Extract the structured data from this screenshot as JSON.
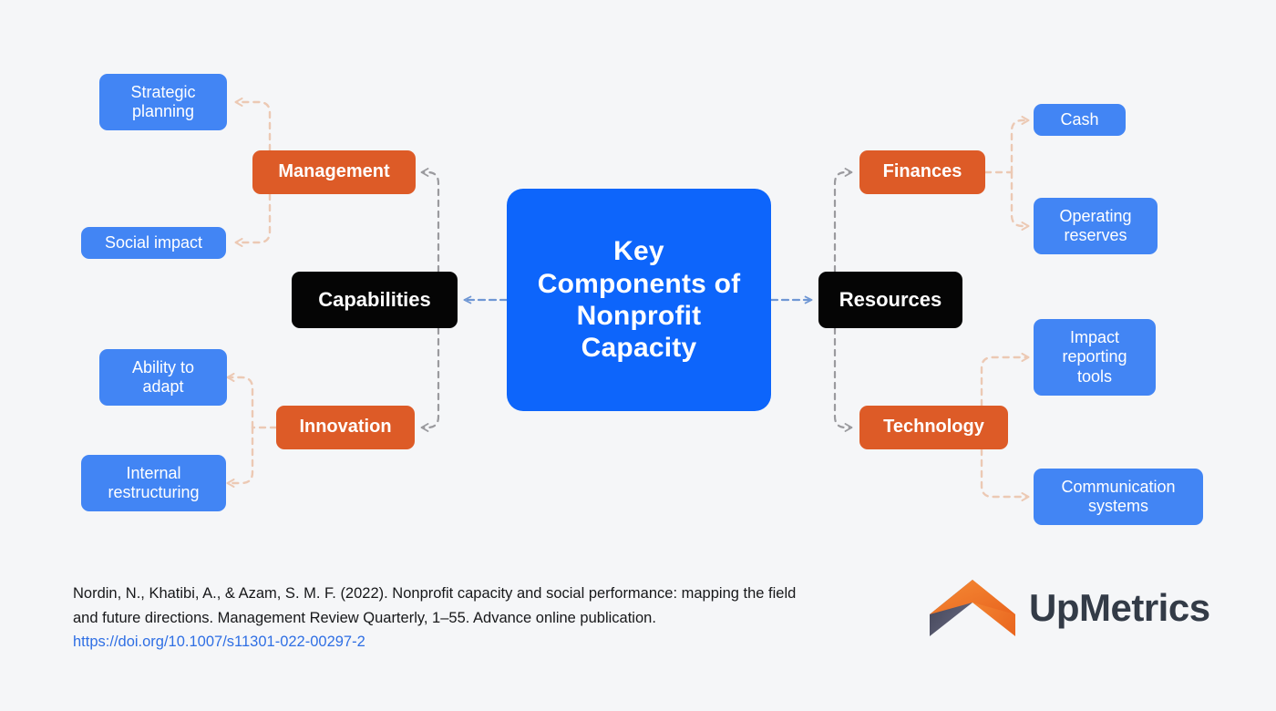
{
  "diagram": {
    "hub": {
      "label": "Key Components of Nonprofit Capacity"
    },
    "branches": [
      {
        "root": "Capabilities",
        "side": "left",
        "mids": [
          {
            "label": "Management",
            "leaves": [
              "Strategic planning",
              "Social impact"
            ]
          },
          {
            "label": "Innovation",
            "leaves": [
              "Ability to adapt",
              "Internal restructuring"
            ]
          }
        ]
      },
      {
        "root": "Resources",
        "side": "right",
        "mids": [
          {
            "label": "Finances",
            "leaves": [
              "Cash",
              "Operating reserves"
            ]
          },
          {
            "label": "Technology",
            "leaves": [
              "Impact reporting tools",
              "Communication systems"
            ]
          }
        ]
      }
    ]
  },
  "labels": {
    "hub": "Key Components of Nonprofit Capacity",
    "capabilities": "Capabilities",
    "resources": "Resources",
    "management": "Management",
    "innovation": "Innovation",
    "finances": "Finances",
    "technology": "Technology",
    "strategic_planning": "Strategic planning",
    "social_impact": "Social impact",
    "ability_to_adapt": "Ability to adapt",
    "internal_restructuring": "Internal restructuring",
    "cash": "Cash",
    "operating_reserves": "Operating reserves",
    "impact_reporting_tools": "Impact reporting tools",
    "communication_systems": "Communication systems"
  },
  "citation": {
    "text_before": "Nordin, N., Khatibi, A., & Azam, S. M. F. (2022). Nonprofit capacity and social performance: mapping the field and future directions. Management Review Quarterly, 1–55. Advance online publication. ",
    "link": "https://doi.org/10.1007/s11301-022-00297-2"
  },
  "brand": {
    "name": "UpMetrics"
  },
  "colors": {
    "background": "#f5f6f8",
    "hub_blue": "#0d65fb",
    "leaf_blue": "#4285f4",
    "mid_orange": "#dd5b27",
    "root_black": "#050505",
    "connector_gray": "#9a9a9e",
    "connector_peach": "#ecc9b4",
    "connector_blue": "#6f97d4",
    "link_blue": "#2f6fe4",
    "brand_orange": "#f07c2a",
    "brand_slate": "#4c4f63"
  }
}
